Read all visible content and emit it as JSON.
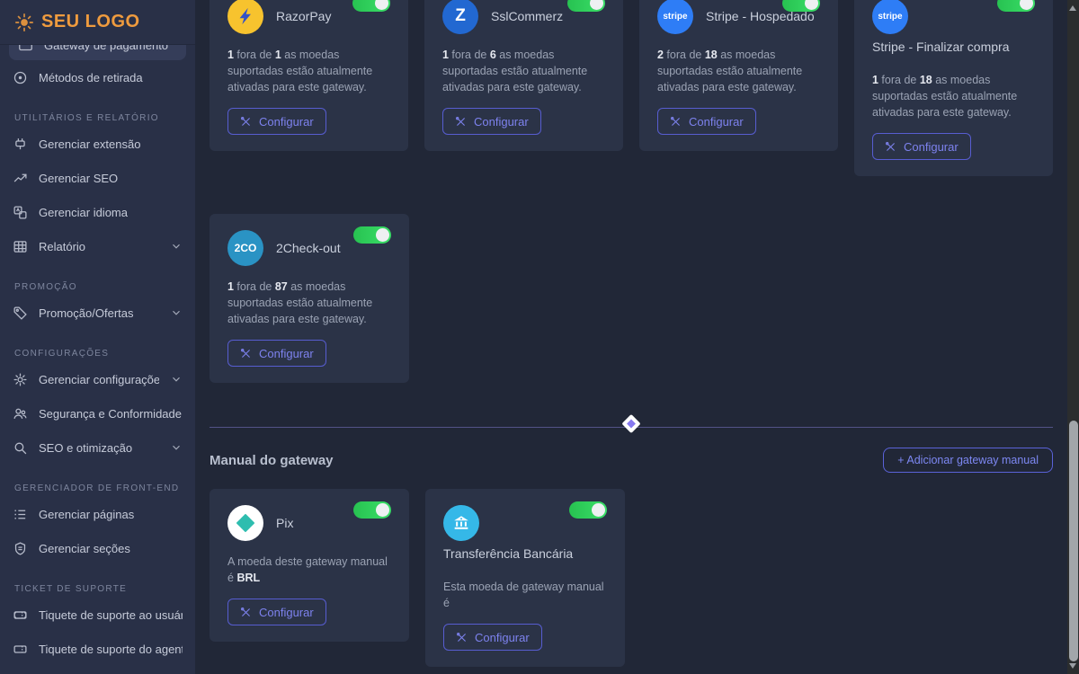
{
  "sidebar": {
    "logo_text": "SEU LOGO",
    "sections": {
      "utilitarios": "UTILITÁRIOS E RELATÓRIO",
      "promocao": "PROMOÇÃO",
      "configuracoes": "CONFIGURAÇÕES",
      "frontend": "GERENCIADOR DE FRONT-END",
      "ticket": "TICKET DE SUPORTE"
    },
    "items": {
      "gateway": "Gateway de pagamento",
      "retirada": "Métodos de retirada",
      "extensao": "Gerenciar extensão",
      "seo": "Gerenciar SEO",
      "idioma": "Gerenciar idioma",
      "relatorio": "Relatório",
      "promocao": "Promoção/Ofertas",
      "configuracoes": "Gerenciar configurações",
      "seguranca": "Segurança e Conformidade",
      "seo_otimizacao": "SEO e otimização",
      "paginas": "Gerenciar páginas",
      "secoes": "Gerenciar seções",
      "ticket_usuario": "Tiquete de suporte ao usuário",
      "ticket_agente": "Tiquete de suporte do agente"
    }
  },
  "ui": {
    "configure_label": "Configurar",
    "toggle_state": "on"
  },
  "manual_section": {
    "title": "Manual do gateway",
    "add_button_label": "+ Adicionar gateway manual"
  },
  "cards": [
    {
      "title": "RazorPay",
      "icon_text": "",
      "icon_bg": "#f7c32e",
      "n1": "1",
      "t1": " fora de ",
      "n2": "1",
      "t2": " as moedas suportadas estão atualmente ativadas para este gateway."
    },
    {
      "title": "SslCommerz",
      "icon_text": "Z",
      "icon_bg": "#2268d1",
      "n1": "1",
      "t1": " fora de ",
      "n2": "6",
      "t2": " as moedas suportadas estão atualmente ativadas para este gateway."
    },
    {
      "title": "Stripe - Hospedado",
      "icon_text": "stripe",
      "icon_bg": "#2e7df6",
      "n1": "2",
      "t1": " fora de ",
      "n2": "18",
      "t2": " as moedas suportadas estão atualmente ativadas para este gateway."
    },
    {
      "title": "Stripe - Finalizar compra",
      "icon_text": "stripe",
      "icon_bg": "#2e7df6",
      "n1": "1",
      "t1": " fora de ",
      "n2": "18",
      "t2": " as moedas suportadas estão atualmente ativadas para este gateway."
    },
    {
      "title": "2Check-out",
      "icon_text": "2CO",
      "icon_bg": "#2a93c4",
      "n1": "1",
      "t1": " fora de ",
      "n2": "87",
      "t2": " as moedas suportadas estão atualmente ativadas para este gateway."
    },
    {
      "title": "Pix",
      "icon_text": "",
      "icon_bg": "#ffffff",
      "n1": "",
      "t1": "A moeda deste gateway manual é ",
      "n2": "BRL",
      "t2": ""
    },
    {
      "title": "Transferência Bancária",
      "icon_text": "",
      "icon_bg": "#35b8e8",
      "n1": "",
      "t1": "Esta moeda de gateway manual é",
      "n2": "",
      "t2": ""
    }
  ],
  "colors": {
    "accent_purple": "#7d82ee",
    "toggle_green": "#2fd15c",
    "logo_orange": "#ef9b3e",
    "sidebar_bg": "#293047",
    "main_bg": "#212737",
    "card_bg": "#2b3347"
  }
}
